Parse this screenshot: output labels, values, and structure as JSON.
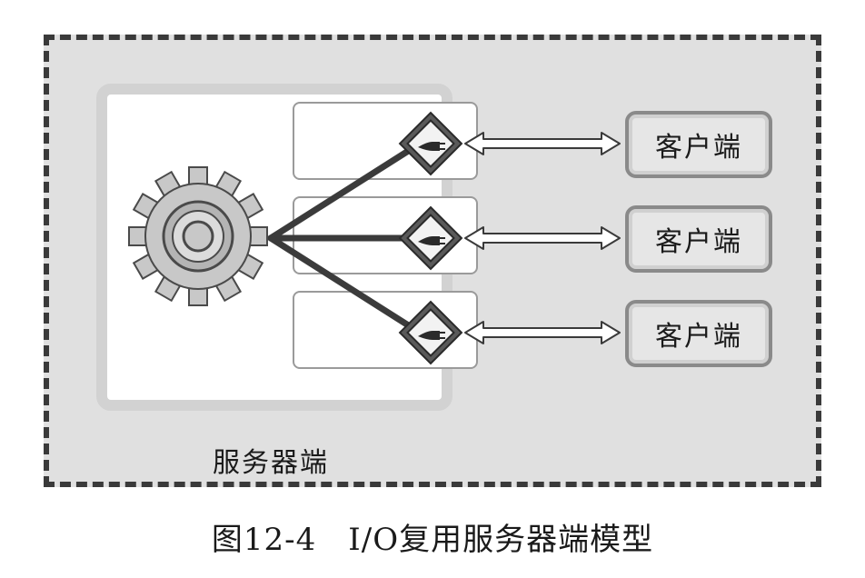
{
  "diagram": {
    "server_label": "服务器端",
    "clients": [
      "客户端",
      "客户端",
      "客户端"
    ]
  },
  "caption": "图12-4　I/O复用服务器端模型",
  "icons": {
    "gear": "gear-icon",
    "socket": "plug-socket-icon",
    "arrow": "double-arrow-icon"
  },
  "colors": {
    "outer_panel": "#e0e0e0",
    "outer_border": "#3a3a3a",
    "line": "#3b3b3b",
    "client_fill": "#e6e6e6",
    "client_border": "#8a8a8a"
  }
}
